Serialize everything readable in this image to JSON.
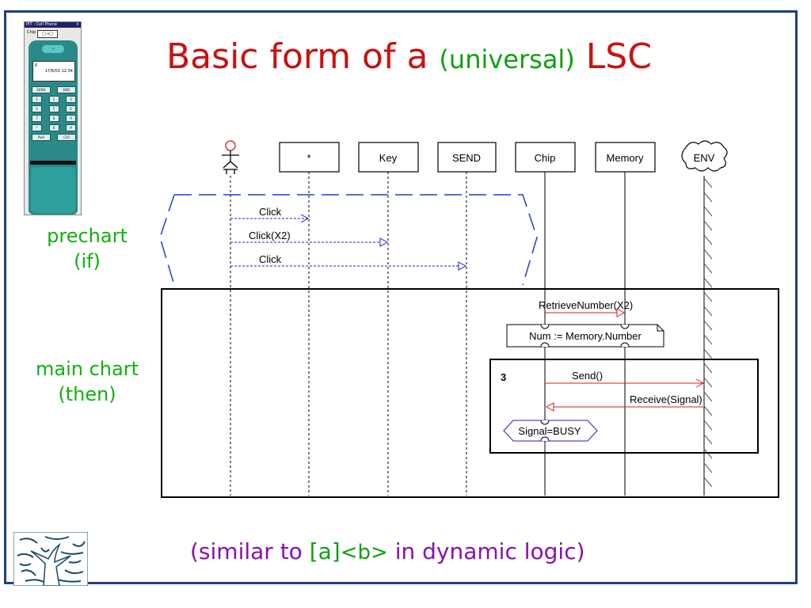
{
  "slide": {
    "title_main": "Basic form of a",
    "title_paren": "(universal)",
    "title_end": "LSC",
    "prechart_label": [
      "prechart",
      "(if)"
    ],
    "mainchart_label": [
      "main chart",
      "(then)"
    ],
    "footer_pre": "(similar to ",
    "footer_a": "[a]",
    "footer_b": "<b>",
    "footer_post": " in dynamic logic)"
  },
  "phone": {
    "window_title": "PIT - Cell Phone",
    "close": "×",
    "chip_button": "Chip",
    "chip_box": "□→□",
    "screen_line": "6",
    "screen_datetime": "17/6/01 12:34",
    "keys": [
      [
        "SEND",
        "END"
      ],
      [
        "1",
        "2",
        "3"
      ],
      [
        "4",
        "5",
        "6"
      ],
      [
        "7",
        "8",
        "9"
      ],
      [
        "*",
        "0",
        "#"
      ],
      [
        "PwR",
        "CLR"
      ]
    ]
  },
  "lifelines": [
    {
      "id": "user",
      "label": ""
    },
    {
      "id": "star",
      "label": "*"
    },
    {
      "id": "key",
      "label": "Key"
    },
    {
      "id": "send",
      "label": "SEND"
    },
    {
      "id": "chip",
      "label": "Chip"
    },
    {
      "id": "memory",
      "label": "Memory"
    },
    {
      "id": "env",
      "label": "ENV"
    }
  ],
  "messages": {
    "click1": "Click",
    "click_x2": "Click(X2)",
    "click3": "Click",
    "retrieve": "RetrieveNumber(X2)",
    "assignment": "Num := Memory.Number",
    "loop_count": "3",
    "send_call": "Send()",
    "receive": "Receive(Signal)",
    "condition": "Signal=BUSY"
  }
}
